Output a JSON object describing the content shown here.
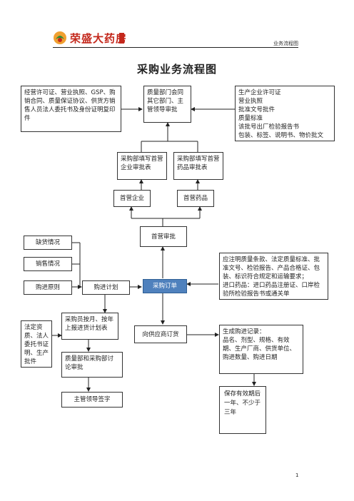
{
  "header": {
    "brand": "荣盛大药房",
    "doc_label": "业务流程图"
  },
  "title": "采购业务流程图",
  "boxes": {
    "license_docs": "经营许可证、营业执照、GSP、购销合同、质量保证协议、供货方销售人员法人委托书及身份证明复印件",
    "quality_dept": "质量部门会同其它部门、主管领导审批",
    "producer_docs": "生产企业许可证\n营业执照\n批准文号批件\n质量标准\n该批号出厂检验报告书\n包装、标签、说明书、物价批文",
    "first_enterprise_form": "采购部填写首营企业审批表",
    "first_drug_form": "采购部填写首营药品审批表",
    "first_enterprise": "首营企业",
    "first_drug": "首营药品",
    "first_approval": "首营审批",
    "shortage": "缺货情况",
    "sales": "销售情况",
    "purchase_principle": "购进原则",
    "purchase_plan": "购进计划",
    "purchase_order": "采购订单",
    "contract_terms": "应注明质量条款、法定质量标准、批准文号、检验报告、产品合格证、包装、标识符合规定和运输要求；\n进口药品：进口药品注册证、口岸检验所检验报告书或通关单",
    "legal_docs": "法定资质、法人委托书证明、生产批件",
    "monthly_plan": "采购员按月、按年上报进货计划表",
    "order_supplier": "向供应商订货",
    "records": "生成购进记录：\n品名、剂型、规格、有效期、生产厂商、供货单位、购进数量、购进日期",
    "joint_review": "质量部和采购部讨论审批",
    "leader_sign": "主管领导签字",
    "retention": "保存有效期后一年、不少于三年"
  },
  "page_number": "1",
  "colors": {
    "order_fill": "#4f81bd",
    "brand_red": "#c4281c"
  }
}
